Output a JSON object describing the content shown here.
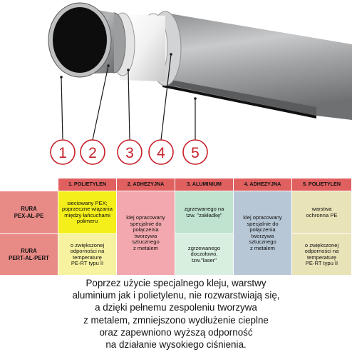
{
  "callouts": [
    "1",
    "2",
    "3",
    "4",
    "5"
  ],
  "table": {
    "headers": [
      "1. POLIETYLEN",
      "2. ADHEZYJNA",
      "3. ALUMINIUM",
      "4. ADHEZYJNA",
      "5. POLIETYLEN"
    ],
    "row_labels": [
      "RURA\nPEX-AL-PE",
      "RURA\nPERT-AL-PERT"
    ],
    "col1_top": "sieciowany PEX;\npoprzeczne wiązania\nmiędzy łańcuchami\npolimeru",
    "col1_bottom": "o zwiększonej\nodporności na\ntemperaturę\nPE-RT typu II",
    "col2": "klej opracowany\nspecjalnie do\npołączenia\ntworzywa\nsztucznego\nz metalem",
    "col3_top": "zgrzewanego na\ntzw. \"zakładkę\"",
    "col3_bottom": "zgrzewanego\ndoczołowo,\ntzw.\"laser\"",
    "col4": "klej opracowany\nspecjalnie do\npołączenia\ntworzywa\nsztucznego\nz metalem",
    "col5_top": "warstwa\nochronna PE",
    "col5_bottom": "o zwiększonej\nodporności na\ntemperaturę\nPE-RT typu II"
  },
  "caption_lines": [
    "Poprzez użycie specjalnego kleju, warstwy",
    "aluminium jak i polietylenu, nie rozwarstwiają się,",
    "a dzięki pełnemu zespoleniu tworzywa",
    "z metalem, zmniejszono wydłużenie cieplne",
    "oraz zapewniono wyższą odporność",
    "na działanie wysokiego ciśnienia."
  ],
  "colors": {
    "label_red": "#c8202a",
    "row_label_bg": "#e88a86",
    "header_bg": "#e06060",
    "col1_top_bg": "#f4ef1a",
    "col1_bottom_bg": "#f7f2a0",
    "col2_bg": "#f2a8ae",
    "col3_top_bg": "#bfe3cf",
    "col3_bottom_bg": "#d8efdf",
    "col4_bg": "#b7c7d6",
    "col5_bg": "#e9e3b8",
    "pipe_outer": "#a9aaac",
    "pipe_inner": "#0d0d0d",
    "line_dark": "#1a1a1a"
  }
}
